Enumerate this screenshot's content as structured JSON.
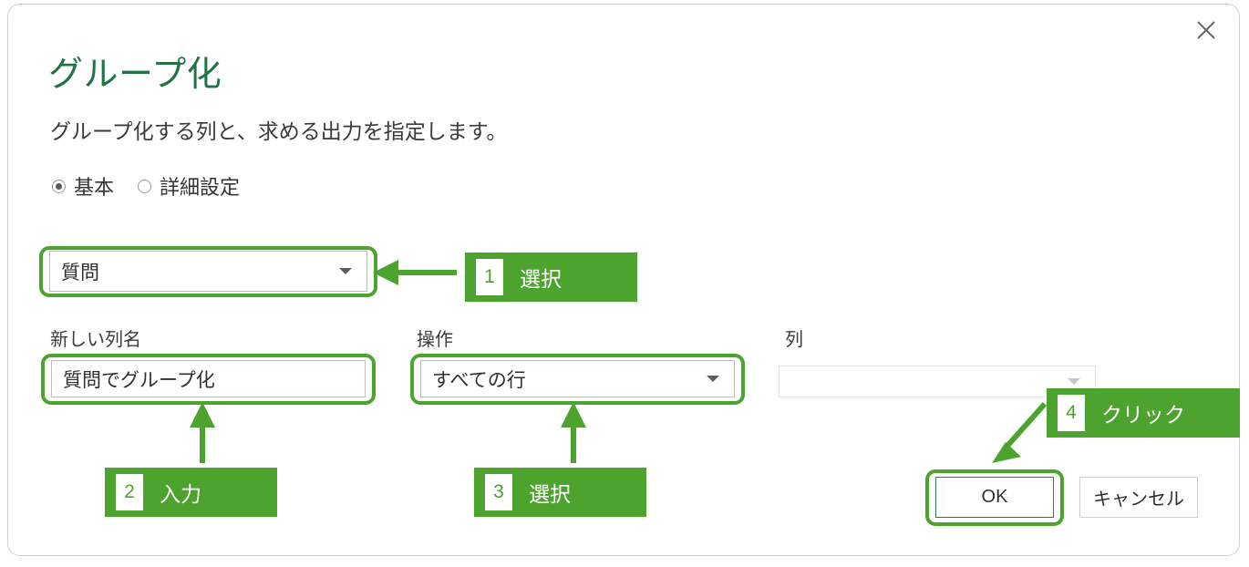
{
  "dialog": {
    "title": "グループ化",
    "subtitle": "グループ化する列と、求める出力を指定します。",
    "close_icon": "close-icon",
    "accent_green": "#4CA32E",
    "title_color": "#217346"
  },
  "mode_options": [
    {
      "label": "基本",
      "selected": true
    },
    {
      "label": "詳細設定",
      "selected": false
    }
  ],
  "group_by": {
    "value": "質問",
    "chevron": "chevron-down-icon",
    "enabled": true
  },
  "columns": [
    {
      "label": "新しい列名",
      "type": "text",
      "value": "質問でグループ化",
      "enabled": true,
      "highlighted": true
    },
    {
      "label": "操作",
      "type": "dropdown",
      "value": "すべての行",
      "chevron": "chevron-down-icon",
      "enabled": true,
      "highlighted": true
    },
    {
      "label": "列",
      "type": "dropdown",
      "value": "",
      "chevron": "chevron-down-icon",
      "enabled": false,
      "highlighted": false
    }
  ],
  "buttons": {
    "ok": "OK",
    "cancel": "キャンセル"
  },
  "callouts": [
    {
      "num": "1",
      "text": "選択"
    },
    {
      "num": "2",
      "text": "入力"
    },
    {
      "num": "3",
      "text": "選択"
    },
    {
      "num": "4",
      "text": "クリック"
    }
  ]
}
